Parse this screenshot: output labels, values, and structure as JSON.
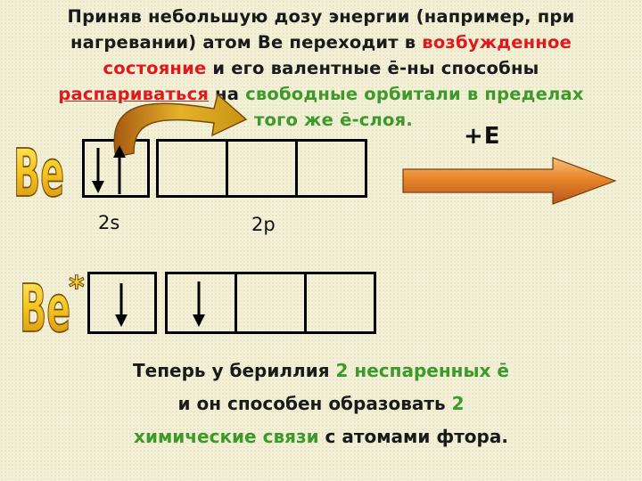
{
  "intro": {
    "line1": "Приняв небольшую дозу энергии (например, при",
    "line2_a": "нагревании) атом Be переходит в ",
    "line2_red": "возбужденное",
    "line3_red": "состояние",
    "line3_b": " и его валентные ē-ны способны",
    "line4_red": "распариваться",
    "line4_b": " на ",
    "line4_green": "свободные орбитали в пределах",
    "line5_green": "того же ē-слоя."
  },
  "energy_label": "+E",
  "orbital_labels": {
    "s": "2s",
    "p": "2p"
  },
  "atoms": {
    "ground": "Be",
    "excited": "Be",
    "excited_mark": "*"
  },
  "outro": {
    "line1_a": "Теперь у бериллия ",
    "line1_green": "2 неспаренных ē",
    "line2_a": "и он способен образовать ",
    "line2_green": "2",
    "line3_green": "химические связи",
    "line3_b": " с атомами фтора."
  },
  "colors": {
    "red": "#e0191b",
    "green": "#3d9a2a",
    "arrow_orange": "#e8862a",
    "curve_yellow": "#d9b01a"
  },
  "icons": [
    "electron-up-arrow",
    "electron-down-arrow",
    "energy-arrow",
    "transition-curve-arrow"
  ]
}
